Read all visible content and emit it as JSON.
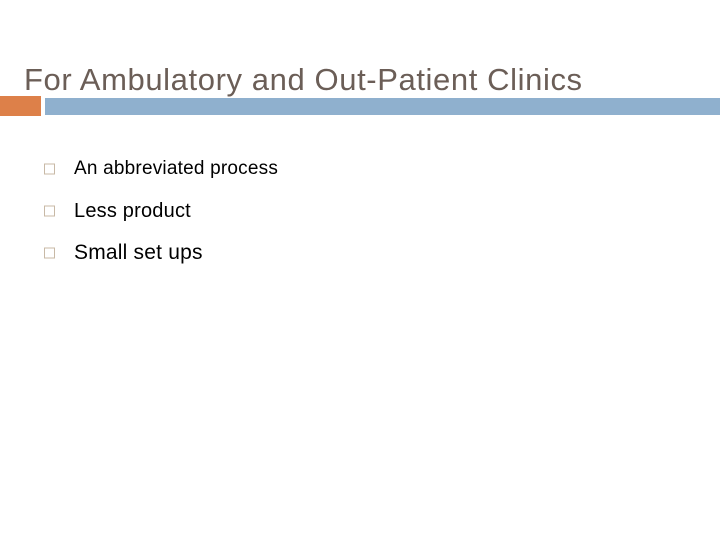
{
  "slide": {
    "title": "For Ambulatory and Out-Patient Clinics",
    "accent": {
      "orange_color": "#DD8049",
      "blue_color": "#8FB0CE"
    },
    "title_color": "#6B5E57",
    "bullet_marker_color": "#C8B9A6",
    "body": {
      "bullets": [
        {
          "text": "An abbreviated process",
          "marker": "open-square-bullet-icon"
        },
        {
          "text": "Less product",
          "marker": "open-square-bullet-icon"
        },
        {
          "text": "Small set ups",
          "marker": "open-square-bullet-icon"
        }
      ]
    }
  }
}
